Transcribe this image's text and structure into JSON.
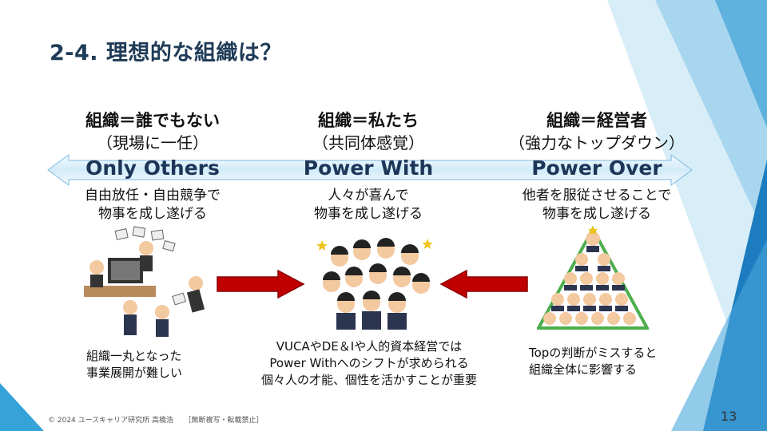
{
  "title": "2-4. 理想的な組織は？",
  "columns": [
    {
      "heading": "組織＝誰でもない",
      "sub": "（現場に一任）",
      "band": "Only Others",
      "desc1": "自由放任・自由競争で",
      "desc2": "物事を成し遂げる"
    },
    {
      "heading": "組織＝私たち",
      "sub": "（共同体感覚）",
      "band": "Power With",
      "desc1": "人々が喜んで",
      "desc2": "物事を成し遂げる"
    },
    {
      "heading": "組織＝経営者",
      "sub": "（強力なトップダウン）",
      "band": "Power Over",
      "desc1": "他者を服従させることで",
      "desc2": "物事を成し遂げる"
    }
  ],
  "captions": {
    "left": [
      "組織一丸となった",
      "事業展開が難しい"
    ],
    "center": [
      "VUCAやDE＆Iや人的資本経営では",
      "Power Withへのシフトが求められる",
      "個々人の才能、個性を活かすことが重要"
    ],
    "right": [
      "Topの判断がミスすると",
      "組織全体に影響する"
    ]
  },
  "footer": "© 2024 ユースキャリア研究所 高橋浩　　［無断複写・転載禁止］",
  "page_number": "13",
  "colors": {
    "title": "#1f3b57",
    "band_text": "#1d3658",
    "red_arrow": "#c00000",
    "band_fill": "#dbeefa"
  }
}
